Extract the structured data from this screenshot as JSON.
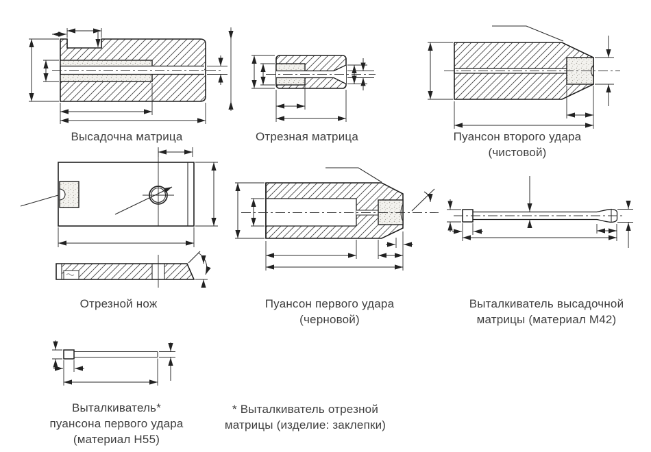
{
  "sheet": {
    "background": "#ffffff",
    "line_color": "#222222",
    "text_color": "#3e3e3e"
  },
  "figures": [
    {
      "id": "upsetting-die",
      "caption_lines": [
        "Высадочна матрица"
      ]
    },
    {
      "id": "cutoff-die",
      "caption_lines": [
        "Отрезная матрица"
      ]
    },
    {
      "id": "second-blow-punch",
      "caption_lines": [
        "Пуансон второго удара",
        "(чистовой)"
      ]
    },
    {
      "id": "cutoff-knife",
      "caption_lines": [
        "Отрезной нож"
      ]
    },
    {
      "id": "first-blow-punch",
      "caption_lines": [
        "Пуансон первого удара",
        "(черновой)"
      ]
    },
    {
      "id": "upsetting-die-ejector",
      "caption_lines": [
        "Выталкиватель высадочной",
        "матрицы (материал М42)"
      ]
    },
    {
      "id": "first-blow-punch-ejector",
      "caption_lines": [
        "Выталкиватель*",
        "пуансона первого удара",
        "(материал Н55)"
      ]
    }
  ],
  "footnote": {
    "lines": [
      "* Выталкиватель отрезной",
      "матрицы (изделие: заклепки)"
    ]
  }
}
